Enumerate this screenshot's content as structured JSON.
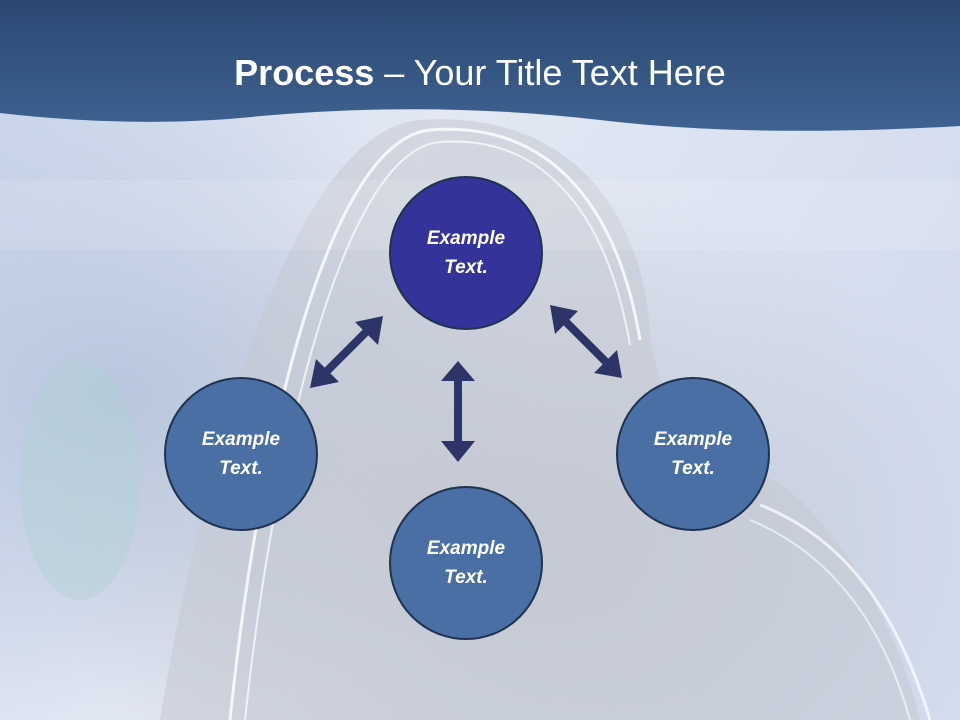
{
  "slide": {
    "title_bold": "Process",
    "title_rest": " – Your Title Text Here"
  },
  "nodes": {
    "top": "Example\nText.",
    "left": "Example\nText.",
    "right": "Example\nText.",
    "bottom": "Example\nText."
  },
  "colors": {
    "header": "#2f4f7f",
    "node_primary": "#33339a",
    "node_secondary": "#4a6fa5",
    "node_border": "#1f3350",
    "arrow": "#2c3468",
    "text": "#ffffff"
  }
}
